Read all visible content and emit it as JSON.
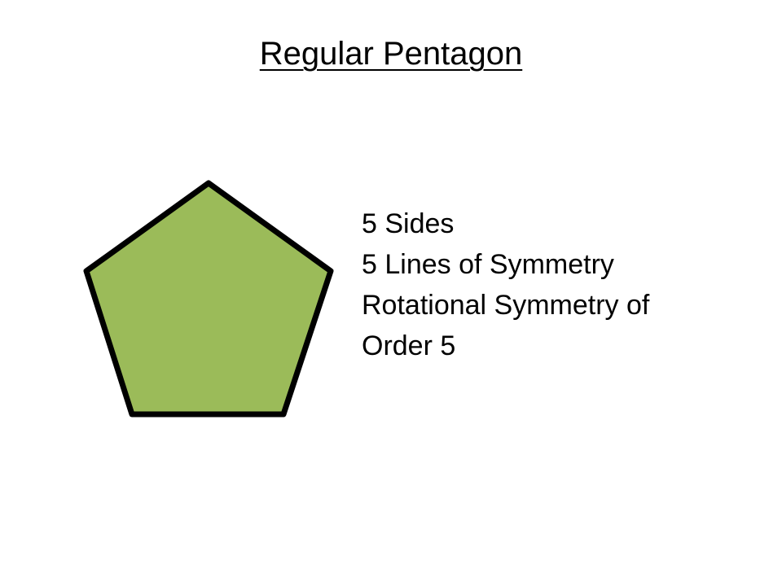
{
  "slide": {
    "title": "Regular Pentagon",
    "facts": [
      "5 Sides",
      "5 Lines of Symmetry",
      "Rotational Symmetry of\nOrder 5"
    ]
  },
  "shape": {
    "name": "pentagon",
    "fill_color": "#9BBB59",
    "stroke_color": "#000000"
  }
}
